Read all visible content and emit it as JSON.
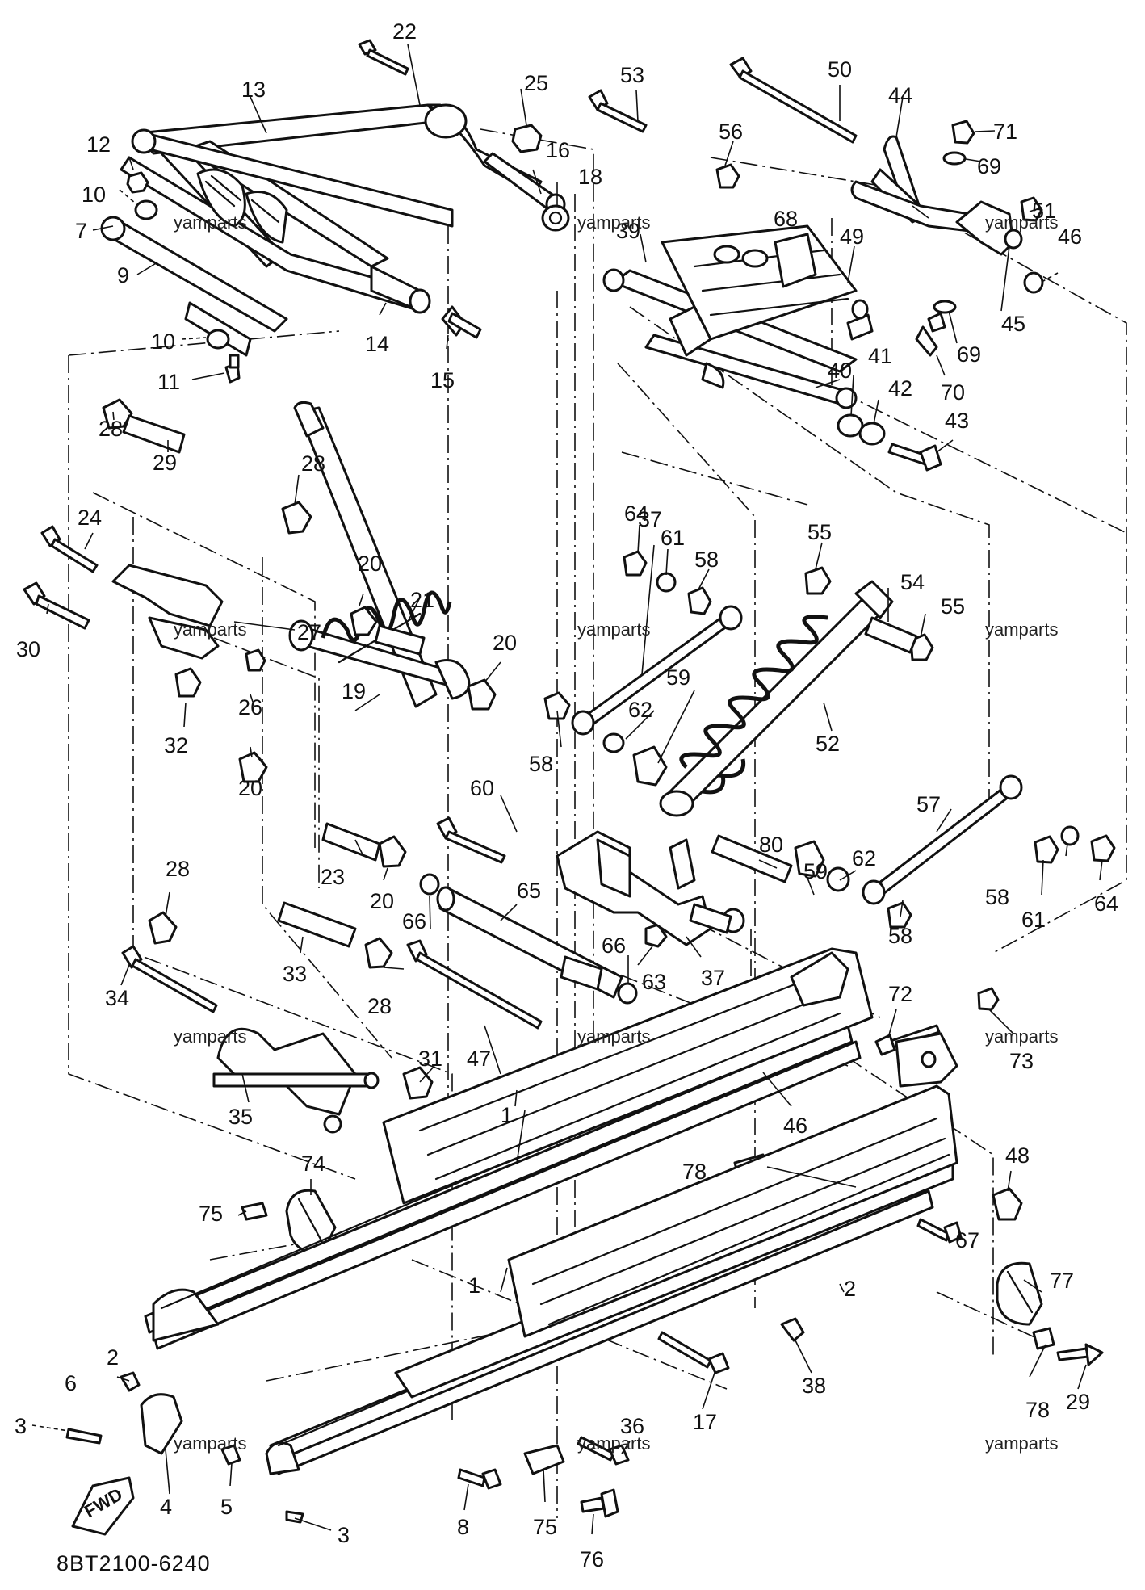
{
  "diagram": {
    "drawing_code": "8BT2100-6240",
    "watermark": "yamparts",
    "fwd_label": "FWD"
  },
  "callouts": {
    "c1a": "1",
    "c1b": "1",
    "c2a": "2",
    "c2b": "2",
    "c3a": "3",
    "c3b": "3",
    "c4": "4",
    "c5": "5",
    "c6": "6",
    "c7": "7",
    "c8": "8",
    "c9": "9",
    "c10a": "10",
    "c10b": "10",
    "c11": "11",
    "c12": "12",
    "c13": "13",
    "c14": "14",
    "c15": "15",
    "c16": "16",
    "c17": "17",
    "c18": "18",
    "c19": "19",
    "c20a": "20",
    "c20b": "20",
    "c20c": "20",
    "c20d": "20",
    "c21": "21",
    "c22": "22",
    "c23": "23",
    "c24": "24",
    "c25": "25",
    "c26": "26",
    "c27": "27",
    "c28a": "28",
    "c28b": "28",
    "c28c": "28",
    "c28d": "28",
    "c29a": "29",
    "c29b": "29",
    "c30": "30",
    "c31": "31",
    "c32": "32",
    "c33": "33",
    "c34": "34",
    "c35": "35",
    "c36": "36",
    "c37a": "37",
    "c37b": "37",
    "c38": "38",
    "c39": "39",
    "c40": "40",
    "c41": "41",
    "c42": "42",
    "c43": "43",
    "c44": "44",
    "c45": "45",
    "c46a": "46",
    "c46b": "46",
    "c47": "47",
    "c48": "48",
    "c49": "49",
    "c50": "50",
    "c51": "51",
    "c52": "52",
    "c53": "53",
    "c54": "54",
    "c55a": "55",
    "c55b": "55",
    "c56": "56",
    "c57": "57",
    "c58a": "58",
    "c58b": "58",
    "c58c": "58",
    "c58d": "58",
    "c59a": "59",
    "c59b": "59",
    "c60": "60",
    "c61a": "61",
    "c61b": "61",
    "c62a": "62",
    "c62b": "62",
    "c63": "63",
    "c64a": "64",
    "c64b": "64",
    "c65": "65",
    "c66a": "66",
    "c66b": "66",
    "c67": "67",
    "c68": "68",
    "c69a": "69",
    "c69b": "69",
    "c70": "70",
    "c71": "71",
    "c72": "72",
    "c73": "73",
    "c74": "74",
    "c75a": "75",
    "c75b": "75",
    "c76": "76",
    "c77": "77",
    "c78a": "78",
    "c78b": "78",
    "c80": "80"
  }
}
